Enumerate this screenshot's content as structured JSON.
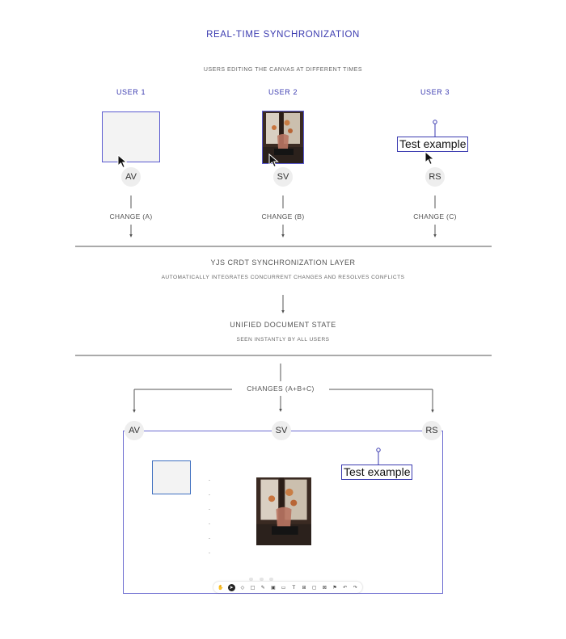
{
  "header": {
    "title": "REAL-TIME SYNCHRONIZATION",
    "subtitle": "USERS EDITING THE CANVAS AT DIFFERENT TIMES"
  },
  "users": [
    {
      "label": "USER 1",
      "avatar": "AV",
      "change": "CHANGE (A)"
    },
    {
      "label": "USER 2",
      "avatar": "SV",
      "change": "CHANGE (B)"
    },
    {
      "label": "USER 3",
      "avatar": "RS",
      "change": "CHANGE (C)"
    }
  ],
  "text_element": "Test example",
  "sync_layer": {
    "title": "YJS CRDT SYNCHRONIZATION LAYER",
    "subtitle": "AUTOMATICALLY INTEGRATES CONCURRENT CHANGES AND RESOLVES CONFLICTS"
  },
  "unified_state": {
    "title": "UNIFIED DOCUMENT STATE",
    "subtitle": "SEEN INSTANTLY BY ALL USERS"
  },
  "merged": {
    "label": "CHANGES (A+B+C)",
    "avatars": [
      "AV",
      "SV",
      "RS"
    ]
  },
  "toolbar_icons": [
    "hand-icon",
    "cursor-icon",
    "eraser-icon",
    "rectangle-icon",
    "pen-icon",
    "image-icon",
    "video-icon",
    "text-icon",
    "grid-icon",
    "comment-icon",
    "shapes-icon",
    "stamp-icon",
    "undo-icon",
    "redo-icon"
  ],
  "colors": {
    "accent": "#3b3bb0",
    "line": "#555555",
    "avatar_bg": "#eeeeee"
  }
}
